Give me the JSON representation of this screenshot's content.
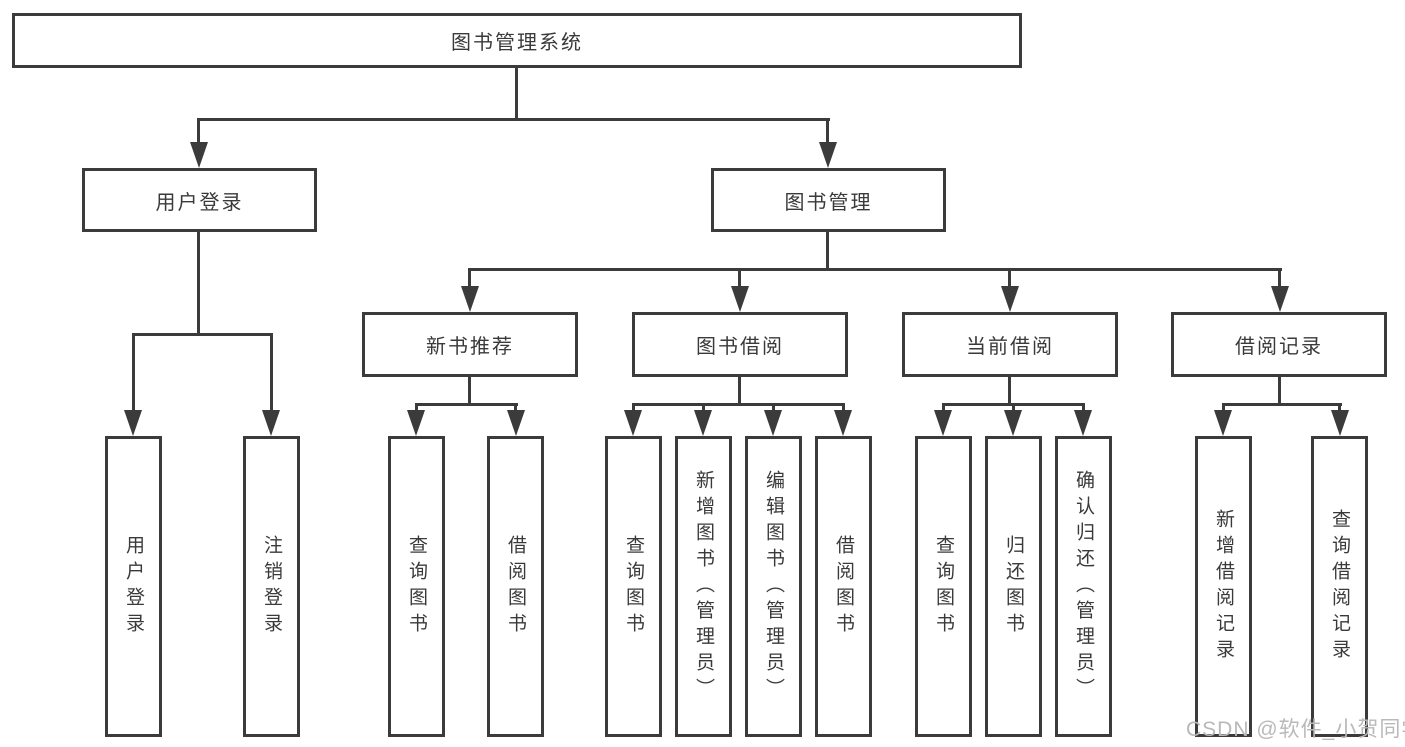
{
  "diagram": {
    "title": "图书管理系统",
    "branches": [
      {
        "label": "用户登录",
        "children": [
          {
            "label": "用户登录"
          },
          {
            "label": "注销登录"
          }
        ]
      },
      {
        "label": "图书管理",
        "children": [
          {
            "label": "新书推荐",
            "children": [
              {
                "label": "查询图书"
              },
              {
                "label": "借阅图书"
              }
            ]
          },
          {
            "label": "图书借阅",
            "children": [
              {
                "label": "查询图书"
              },
              {
                "label": "新增图书（管理员）"
              },
              {
                "label": "编辑图书（管理员）"
              },
              {
                "label": "借阅图书"
              }
            ]
          },
          {
            "label": "当前借阅",
            "children": [
              {
                "label": "查询图书"
              },
              {
                "label": "归还图书"
              },
              {
                "label": "确认归还（管理员）"
              }
            ]
          },
          {
            "label": "借阅记录",
            "children": [
              {
                "label": "新增借阅记录"
              },
              {
                "label": "查询借阅记录"
              }
            ]
          }
        ]
      }
    ]
  },
  "watermark": "CSDN @软件_小贺同学",
  "colors": {
    "line": "#3b3b3b",
    "box_border": "#3b3b3b",
    "text": "#3a3a3a",
    "watermark": "#b9b9b9",
    "background": "#ffffff"
  }
}
